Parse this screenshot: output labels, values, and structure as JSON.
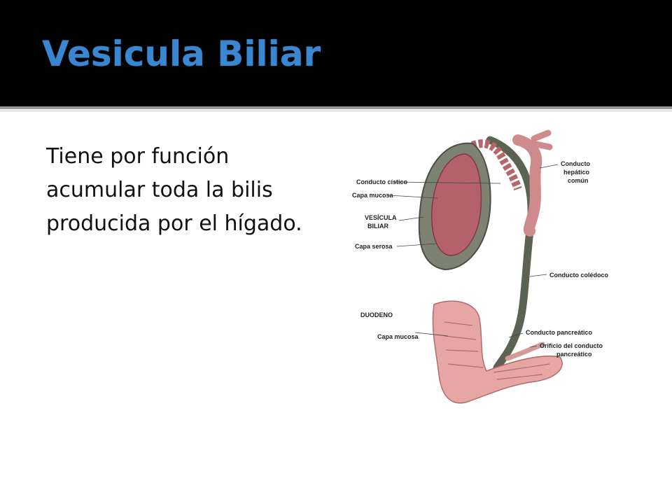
{
  "slide": {
    "title": "Vesicula Biliar",
    "body": "Tiene por función acumular toda la bilis producida por el hígado."
  },
  "figure": {
    "labels": {
      "conducto_cistico": "Conducto cístico",
      "capa_mucosa_top": "Capa mucosa",
      "vesicula_line1": "VESÍCULA",
      "vesicula_line2": "BILIAR",
      "capa_serosa": "Capa serosa",
      "hepatico_line1": "Conducto",
      "hepatico_line2": "hepático",
      "hepatico_line3": "común",
      "coledoco": "Conducto colédoco",
      "duodeno": "DUODENO",
      "capa_mucosa_bottom": "Capa mucosa",
      "pancreatico": "Conducto pancreático",
      "orificio_line1": "Orificio del conducto",
      "orificio_line2": "pancreático"
    }
  }
}
